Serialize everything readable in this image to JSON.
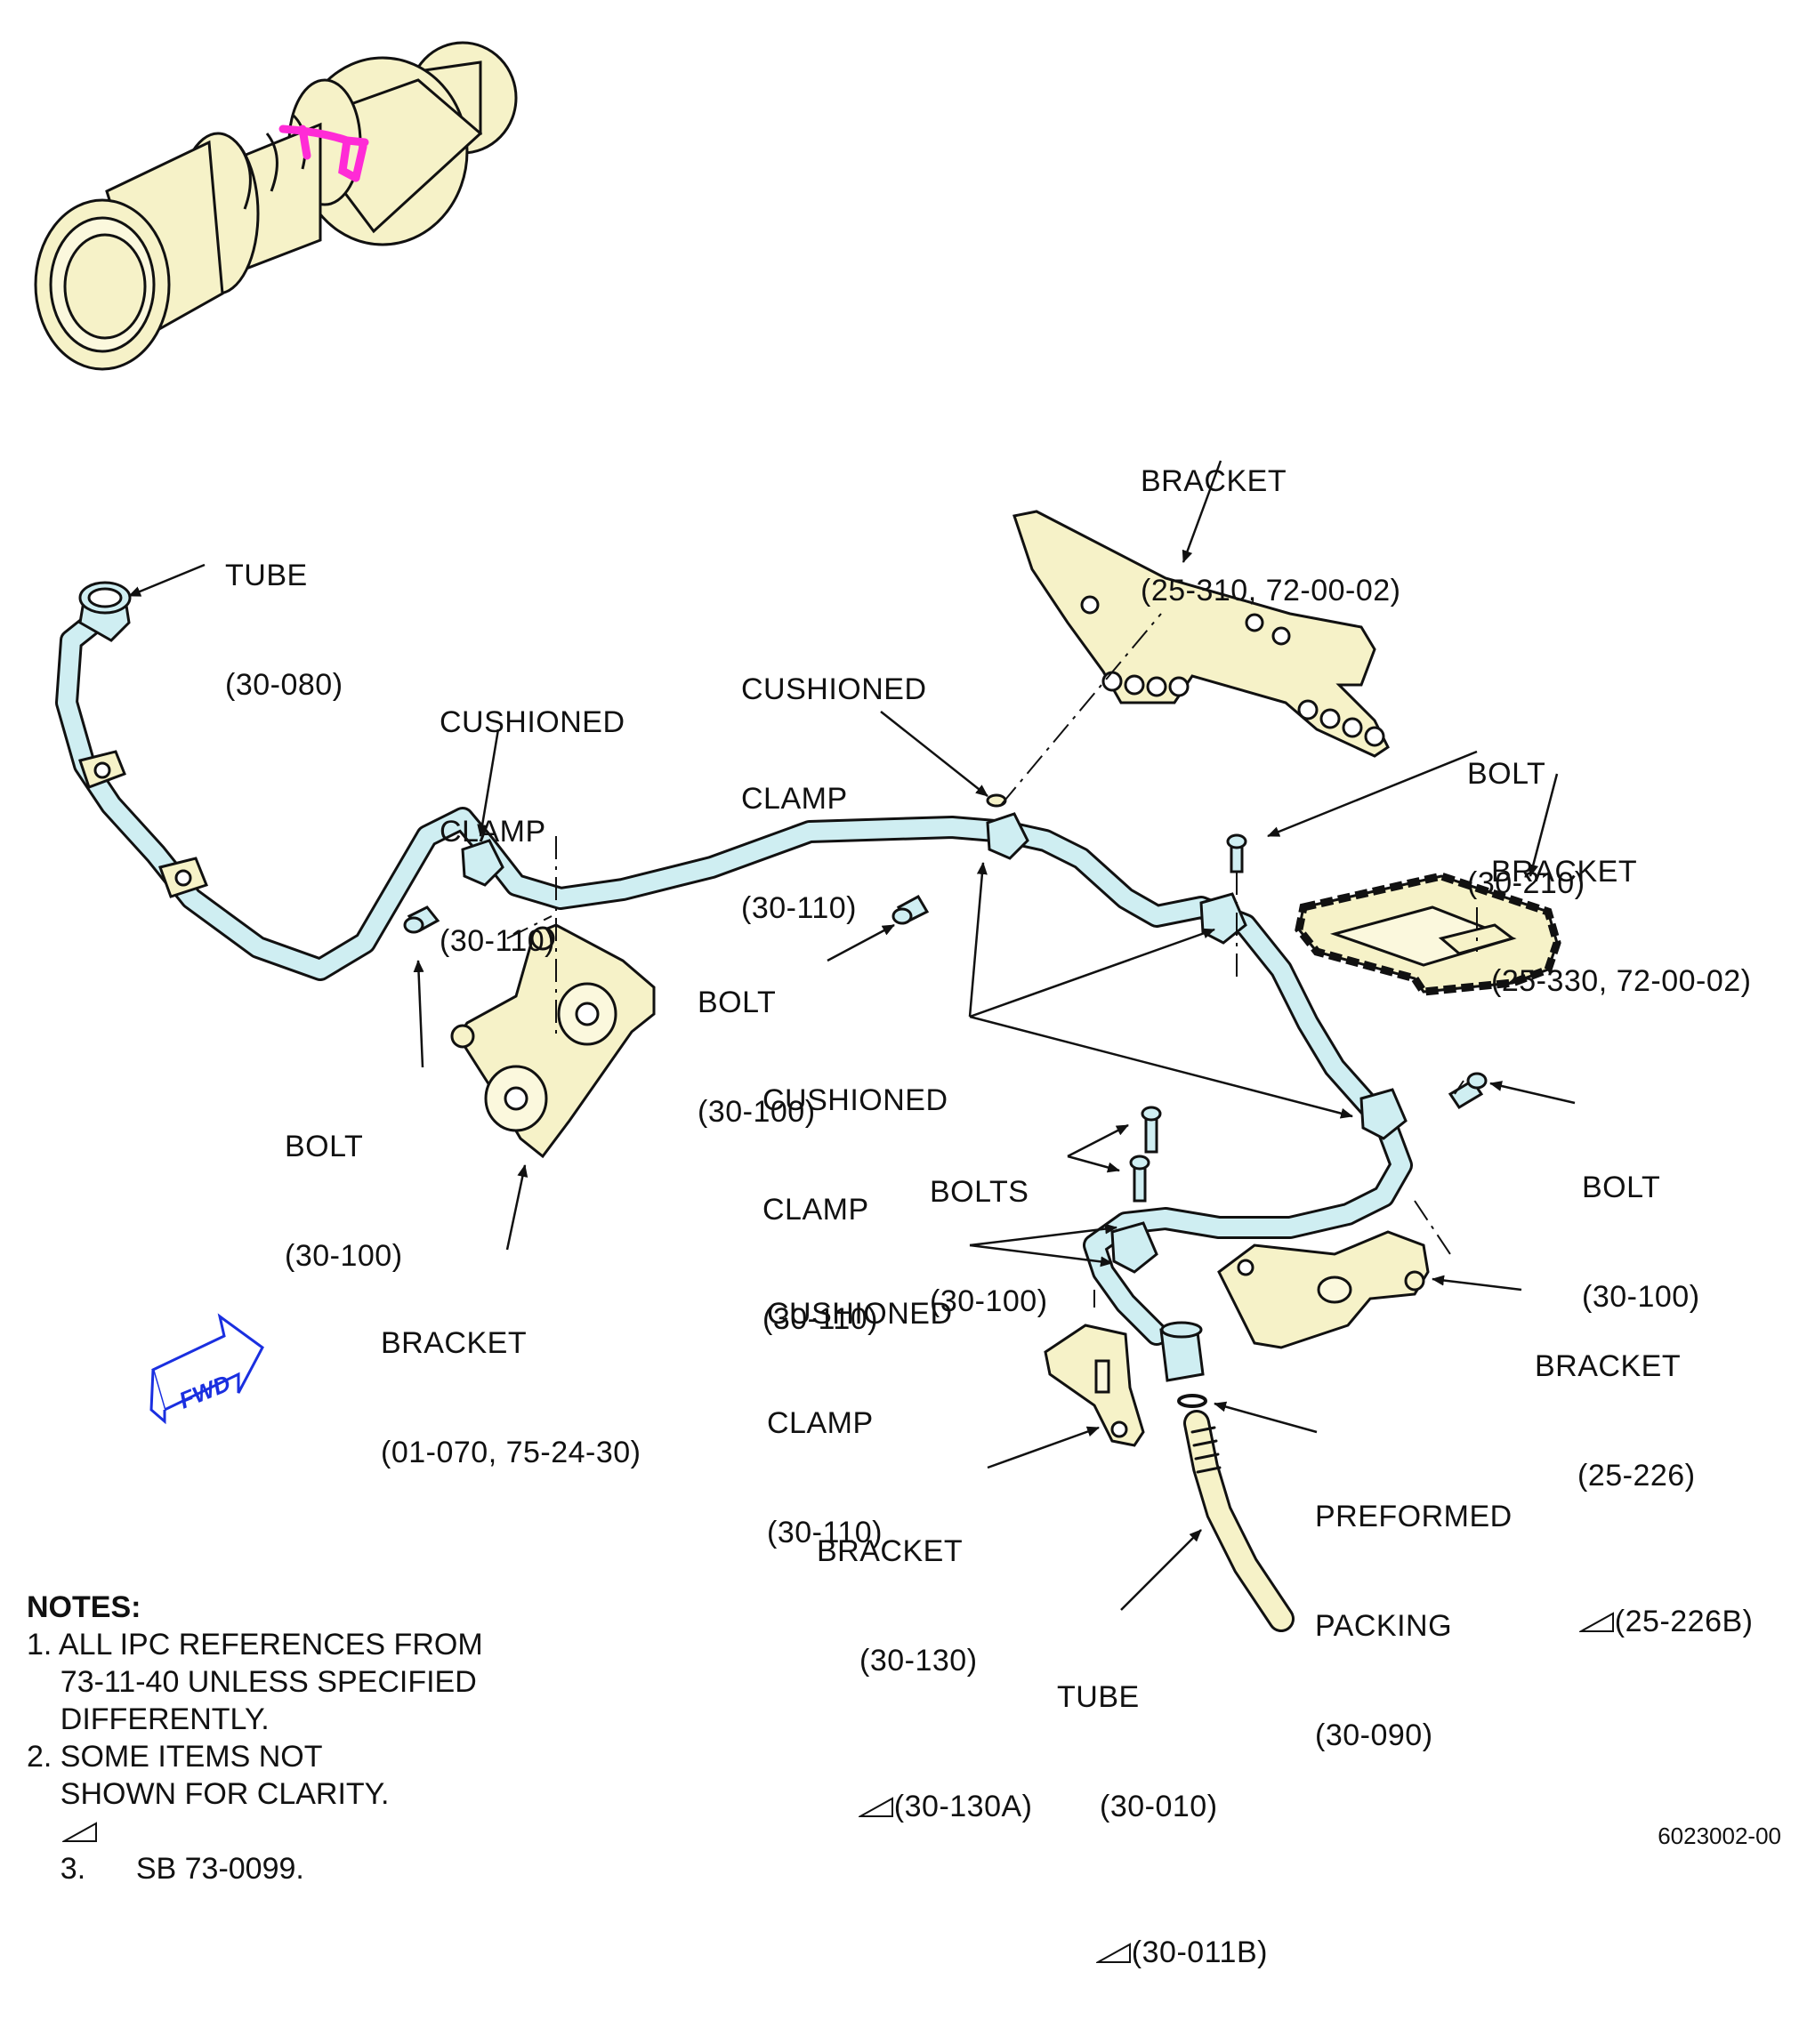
{
  "labels": {
    "tube_080": {
      "name": "TUBE",
      "ref": "(30-080)"
    },
    "bracket_310": {
      "name": "BRACKET",
      "ref": "(25-310, 72-00-02)"
    },
    "clamp_left": {
      "l1": "CUSHIONED",
      "l2": "CLAMP",
      "ref": "(30-110)"
    },
    "clamp_mid": {
      "l1": "CUSHIONED",
      "l2": "CLAMP",
      "ref": "(30-110)"
    },
    "bolt_210": {
      "name": "BOLT",
      "ref": "(30-210)"
    },
    "bracket_330": {
      "name": "BRACKET",
      "ref": "(25-330, 72-00-02)"
    },
    "bolt_mid": {
      "name": "BOLT",
      "ref": "(30-100)"
    },
    "clamp_center": {
      "l1": "CUSHIONED",
      "l2": "CLAMP",
      "ref": "(30-110)"
    },
    "bolt_left": {
      "name": "BOLT",
      "ref": "(30-100)"
    },
    "bolts_pair": {
      "name": "BOLTS",
      "ref": "(30-100)"
    },
    "bolt_right": {
      "name": "BOLT",
      "ref": "(30-100)"
    },
    "clamp_lower": {
      "l1": "CUSHIONED",
      "l2": "CLAMP",
      "ref": "(30-110)"
    },
    "bracket_070": {
      "name": "BRACKET",
      "ref": "(01-070, 75-24-30)"
    },
    "bracket_226": {
      "name": "BRACKET",
      "ref": "(25-226)",
      "ref_sb": "(25-226B)"
    },
    "bracket_130": {
      "name": "BRACKET",
      "ref": "(30-130)",
      "ref_sb": "(30-130A)"
    },
    "packing": {
      "l1": "PREFORMED",
      "l2": "PACKING",
      "ref": "(30-090)"
    },
    "tube_010": {
      "name": "TUBE",
      "ref": "(30-010)",
      "ref_sb": "(30-011B)"
    }
  },
  "fwd_label": "FWD",
  "notes": {
    "heading": "NOTES:",
    "n1a": "1. ALL IPC REFERENCES FROM",
    "n1b": "    73-11-40 UNLESS SPECIFIED",
    "n1c": "    DIFFERENTLY.",
    "n2a": "2. SOME ITEMS NOT",
    "n2b": "    SHOWN FOR CLARITY.",
    "n3": "3.      SB 73-0099."
  },
  "doc_id": "6023002-00",
  "colors": {
    "part_fill": "#f6f2c8",
    "tube_fill": "#cfeef2",
    "highlight": "#ff2bd6",
    "fwd_arrow": "#1a2fe0",
    "line": "#111111"
  }
}
